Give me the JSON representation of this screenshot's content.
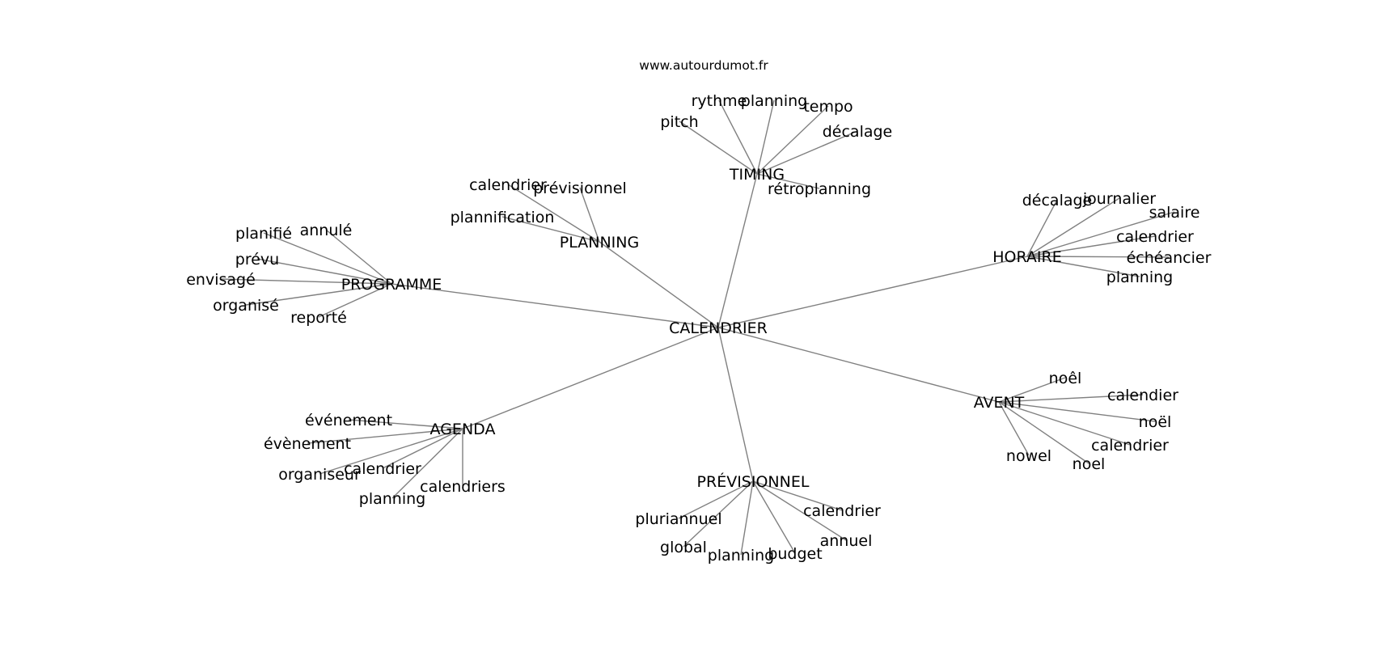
{
  "source": "www.autourdumot.fr",
  "colors": {
    "edge": "#808080",
    "text": "#000000",
    "background": "#ffffff"
  },
  "graph": {
    "center": "CALENDRIER",
    "groups": [
      {
        "label": "TIMING",
        "children": [
          "pitch",
          "rythme",
          "planning",
          "tempo",
          "décalage",
          "rétroplanning"
        ]
      },
      {
        "label": "PLANNING",
        "children": [
          "calendrier",
          "prévisionnel",
          "plannification"
        ]
      },
      {
        "label": "PROGRAMME",
        "children": [
          "planifié",
          "annulé",
          "prévu",
          "envisagé",
          "organisé",
          "reporté"
        ]
      },
      {
        "label": "HORAIRE",
        "children": [
          "décalage",
          "journalier",
          "salaire",
          "calendrier",
          "échéancier",
          "planning"
        ]
      },
      {
        "label": "AVENT",
        "children": [
          "noêl",
          "calendier",
          "noël",
          "calendrier",
          "noel",
          "nowel"
        ]
      },
      {
        "label": "AGENDA",
        "children": [
          "événement",
          "évènement",
          "organiseur",
          "calendrier",
          "planning",
          "calendriers"
        ]
      },
      {
        "label": "PRÉVISIONNEL",
        "children": [
          "pluriannuel",
          "global",
          "planning",
          "budget",
          "annuel",
          "calendrier"
        ]
      }
    ]
  }
}
